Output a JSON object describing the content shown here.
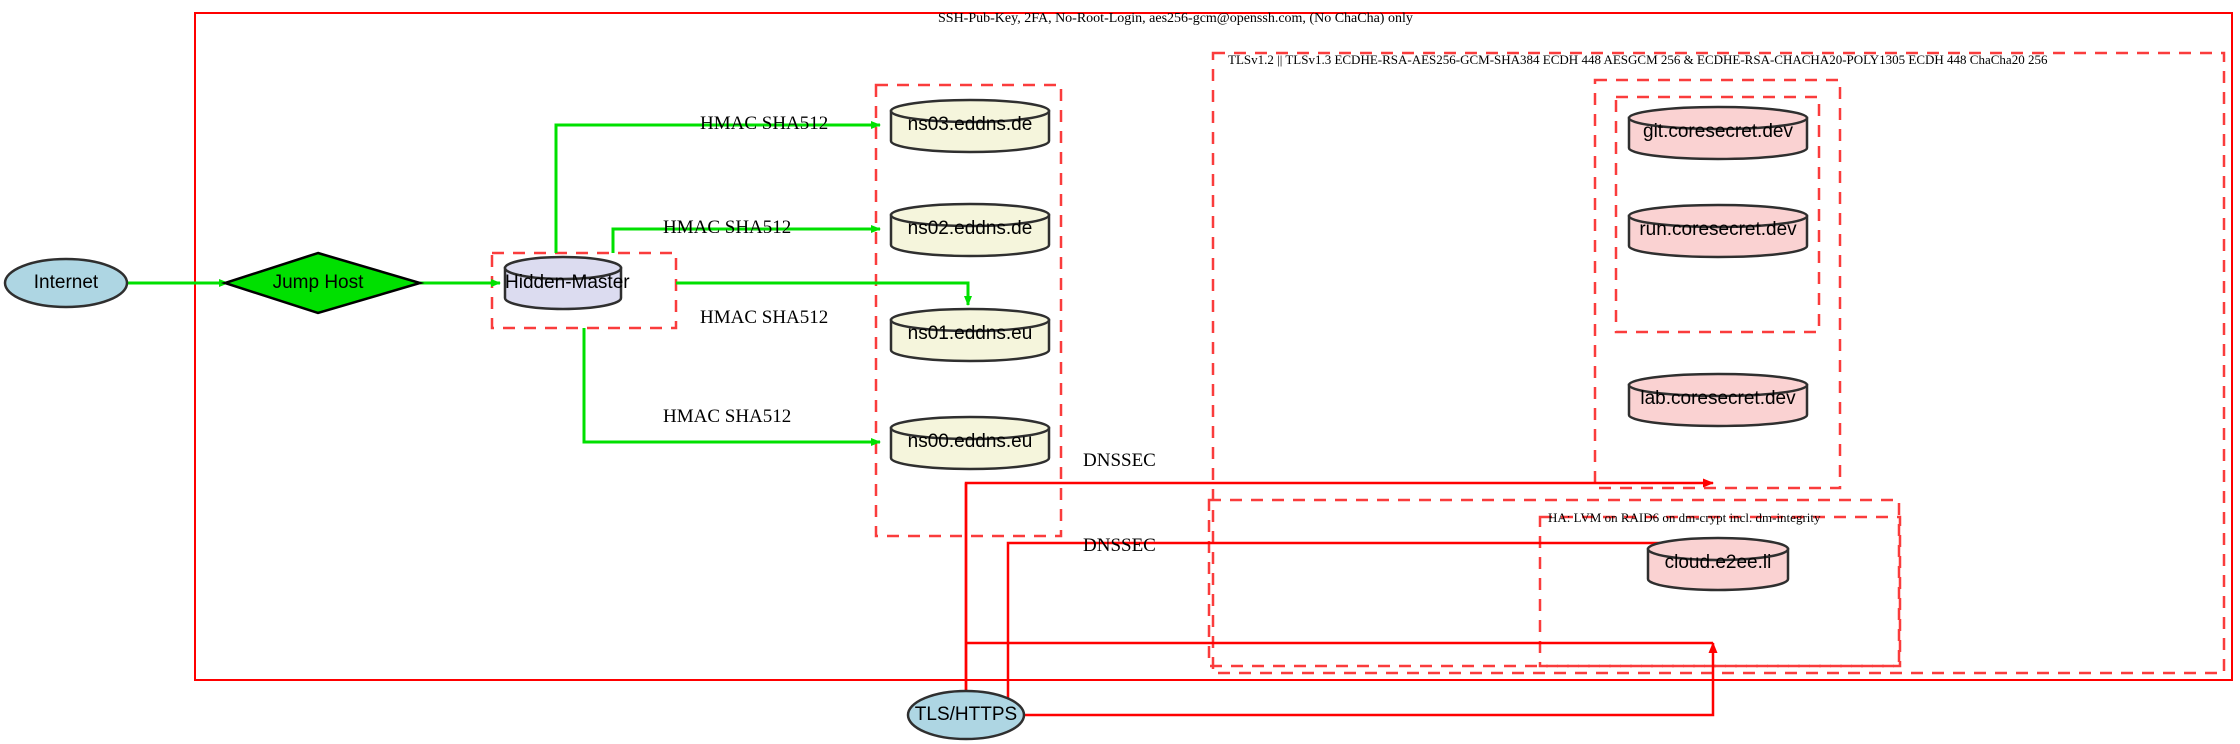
{
  "diagram": {
    "title_label": "SSH-Pub-Key, 2FA, No-Root-Login, aes256-gcm@openssh.com, (No ChaCha) only",
    "tls_label": "TLSv1.2 || TLSv1.3 ECDHE-RSA-AES256-GCM-SHA384 ECDH 448 AESGCM 256 & ECDHE-RSA-CHACHA20-POLY1305 ECDH 448 ChaCha20 256",
    "ha_label": "HA: LVM on RAID6 on dm-crypt incl. dm-integrity"
  },
  "nodes": {
    "internet": "Internet",
    "jump_host": "Jump Host",
    "hidden_master": "Hidden-Master",
    "ns03": "ns03.eddns.de",
    "ns02": "ns02.eddns.de",
    "ns01": "ns01.eddns.eu",
    "ns00": "ns00.eddns.eu",
    "git": "git.coresecret.dev",
    "run": "run.coresecret.dev",
    "lab": "lab.coresecret.dev",
    "cloud": "cloud.e2ee.li",
    "tls_https": "TLS/HTTPS"
  },
  "edges": {
    "hmac_1": "HMAC SHA512",
    "hmac_2": "HMAC SHA512",
    "hmac_3": "HMAC SHA512",
    "hmac_4": "HMAC SHA512",
    "dnssec_1": "DNSSEC",
    "dnssec_2": "DNSSEC"
  },
  "colors": {
    "boundary_red": "#ff0000",
    "dashed_red": "#fa3c3c",
    "edge_green": "#00e000",
    "internet_fill": "#aed6e3",
    "jump_fill": "#00e000",
    "master_fill": "#dcdcf0",
    "ns_fill": "#f5f5dc",
    "web_fill": "#fad2d2",
    "stroke_dark": "#2f2f2f"
  }
}
